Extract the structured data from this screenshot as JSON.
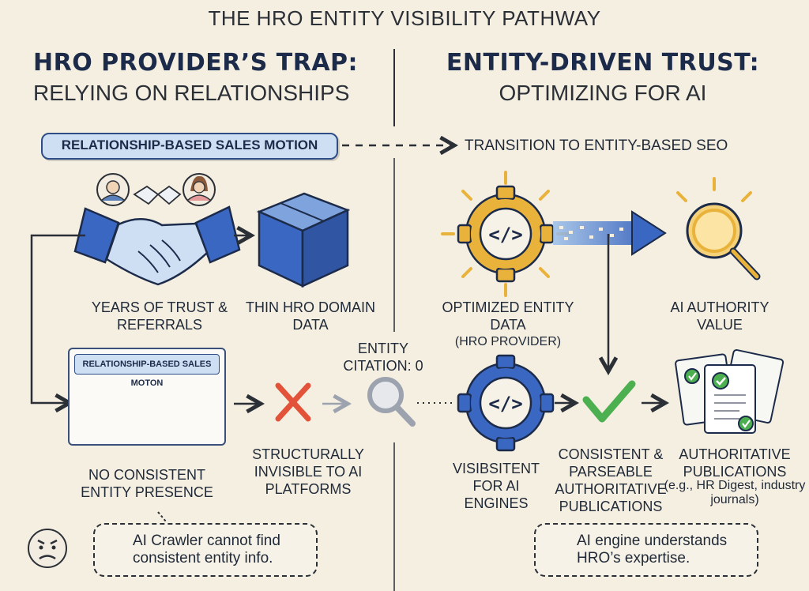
{
  "title": "THE HRO ENTITY VISIBILITY PATHWAY",
  "left": {
    "heading": "HRO PROVIDER’S TRAP:",
    "subheading": "RELYING ON RELATIONSHIPS",
    "pill_label": "RELATIONSHIP-BASED SALES MOTION",
    "trust_label": "YEARS OF TRUST & REFERRALS",
    "data_label": "THIN HRO DOMAIN DATA",
    "doc_header": "RELATIONSHIP-BASED SALES MOTON",
    "presence_label": "NO CONSISTENT ENTITY PRESENCE",
    "invisible_label": "STRUCTURALLY INVISIBLE TO AI PLATFORMS",
    "bubble_text": "AI Crawler cannot find consistent entity info."
  },
  "center": {
    "citation_label": "ENTITY CITATION: 0"
  },
  "right": {
    "heading": "ENTITY-DRIVEN TRUST:",
    "subheading": "OPTIMIZING FOR AI",
    "transition_label": "TRANSITION TO ENTITY-BASED SEO",
    "optimized_label": "OPTIMIZED ENTITY DATA",
    "optimized_sub": "(HRO PROVIDER)",
    "authority_label": "AI AUTHORITY VALUE",
    "visible_label": "VISIBSITENT FOR AI ENGINES",
    "consistent_label": "CONSISTENT & PARSEABLE AUTHORITATIVE PUBLICATIONS",
    "publications_label": "AUTHORITATIVE PUBLICATIONS",
    "publications_sub": "(e.g., HR Digest, industry journals)",
    "bubble_text": "AI engine understands HRO’s expertise."
  },
  "colors": {
    "background": "#f5efe2",
    "navy": "#1c2b4a",
    "blue": "#3a67c2",
    "pill_fill": "#cfdff3",
    "gold": "#e9b23a",
    "green": "#4caf50",
    "red": "#e2533a"
  },
  "icons": [
    "handshake-icon",
    "avatar-man-icon",
    "avatar-woman-icon",
    "box-icon",
    "code-document-icon",
    "x-mark-icon",
    "magnifier-icon",
    "gear-code-icon",
    "check-icon",
    "documents-icon",
    "angry-face-icon",
    "smile-face-icon"
  ]
}
